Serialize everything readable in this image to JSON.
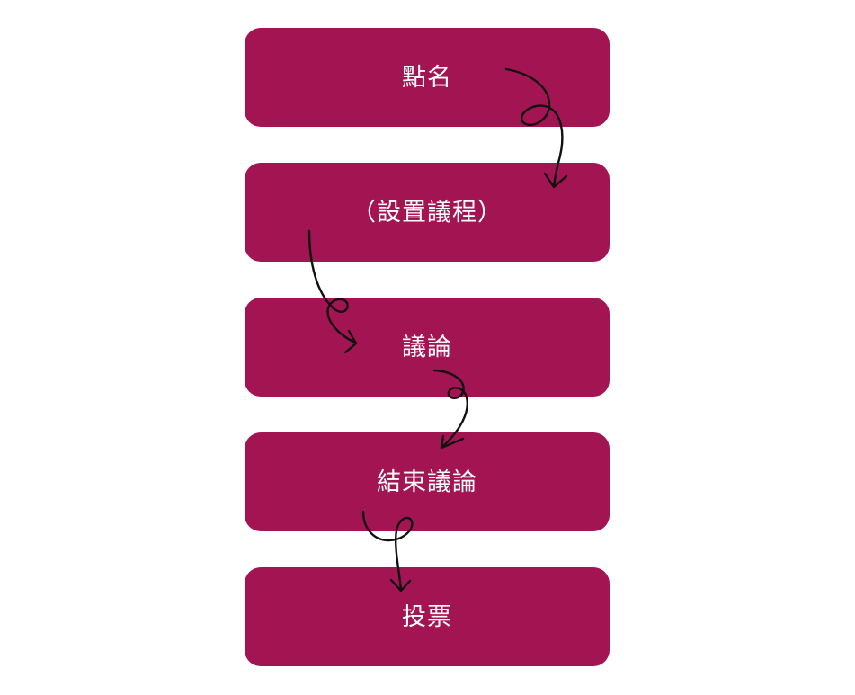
{
  "colors": {
    "box_fill": "#a31453",
    "label_text": "#ffffff",
    "arrow_stroke": "#111111",
    "background": "#ffffff"
  },
  "steps": [
    {
      "label": "點名"
    },
    {
      "label": "（設置議程）"
    },
    {
      "label": "議論"
    },
    {
      "label": "結束議論"
    },
    {
      "label": "投票"
    }
  ]
}
